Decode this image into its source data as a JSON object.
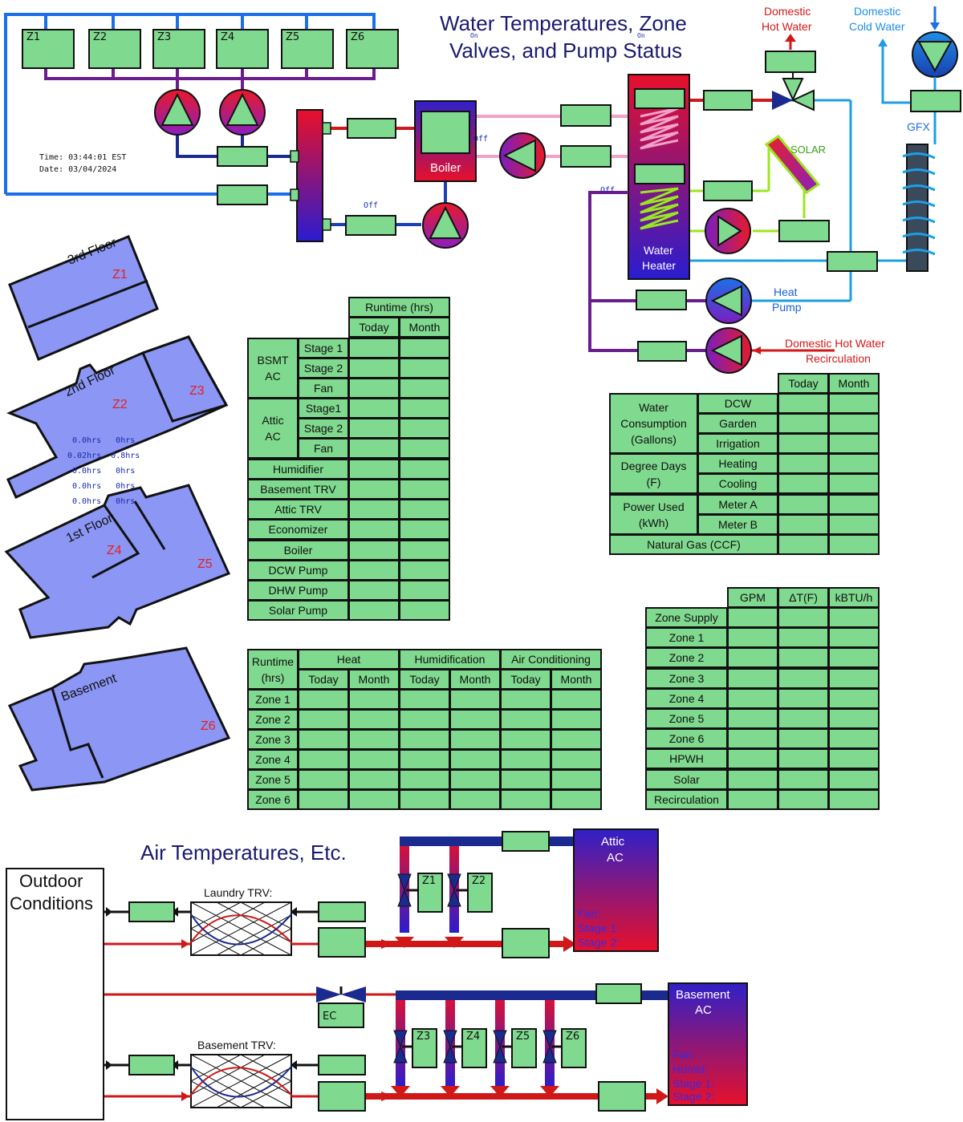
{
  "titles": {
    "water_title_line1": "Water Temperatures, Zone",
    "water_title_line2": "Valves, and Pump Status",
    "air_title": "Air Temperatures, Etc."
  },
  "timestamp": {
    "time": "Time: 03:44:01 EST",
    "date": "Date: 03/04/2024"
  },
  "zones": [
    "Z1",
    "Z2",
    "Z3",
    "Z4",
    "Z5",
    "Z6"
  ],
  "status_texts": {
    "on1": "On",
    "on2": "On",
    "off_boiler": "Off",
    "off_pump": "Off",
    "off_wh": "Off"
  },
  "labels": {
    "boiler": "Boiler",
    "water_heater_1": "Water",
    "water_heater_2": "Heater",
    "domestic_hot_1": "Domestic",
    "domestic_hot_2": "Hot Water",
    "domestic_cold_1": "Domestic",
    "domestic_cold_2": "Cold Water",
    "gfx": "GFX",
    "solar": "SOLAR",
    "heat_pump_1": "Heat",
    "heat_pump_2": "Pump",
    "dhw_recirc_1": "Domestic Hot Water",
    "dhw_recirc_2": "Recirculation"
  },
  "floors": [
    {
      "name": "3rd Floor",
      "zones": [
        "Z1"
      ]
    },
    {
      "name": "2nd Floor",
      "zones": [
        "Z2",
        "Z3"
      ]
    },
    {
      "name": "1st Floor",
      "zones": [
        "Z4",
        "Z5"
      ]
    },
    {
      "name": "Basement",
      "zones": [
        "Z6"
      ]
    }
  ],
  "floating_stats": [
    "0.0hrs   0hrs",
    "0.02hrs  0.8hrs",
    "0.0hrs   0hrs",
    "0.0hrs   0hrs",
    "0.0hrs   0hrs"
  ],
  "runtime_table": {
    "header": "Runtime (hrs)",
    "columns": [
      "Today",
      "Month"
    ],
    "groups": [
      {
        "name": "BSMT AC",
        "name_l1": "BSMT",
        "name_l2": "AC",
        "rows": [
          "Stage 1",
          "Stage 2",
          "Fan"
        ]
      },
      {
        "name": "Attic AC",
        "name_l1": "Attic",
        "name_l2": "AC",
        "rows": [
          "Stage1",
          "Stage 2",
          "Fan"
        ]
      }
    ],
    "single_rows": [
      "Humidifier",
      "Basement TRV",
      "Attic TRV",
      "Economizer",
      "Boiler",
      "DCW Pump",
      "DHW Pump",
      "Solar Pump"
    ]
  },
  "consumption_table": {
    "columns": [
      "Today",
      "Month"
    ],
    "groups": [
      {
        "l1": "Water",
        "l2": "Consumption",
        "l3": "(Gallons)",
        "rows": [
          "DCW",
          "Garden",
          "Irrigation"
        ]
      },
      {
        "l1": "Degree Days",
        "l2": "(F)",
        "rows": [
          "Heating",
          "Cooling"
        ]
      },
      {
        "l1": "Power Used",
        "l2": "(kWh)",
        "rows": [
          "Meter A",
          "Meter B"
        ]
      }
    ],
    "footer_row": "Natural Gas (CCF)"
  },
  "zone_runtime_table": {
    "corner_l1": "Runtime",
    "corner_l2": "(hrs)",
    "groups": [
      "Heat",
      "Humidification",
      "Air Conditioning"
    ],
    "subcolumns": [
      "Today",
      "Month",
      "Today",
      "Month",
      "Today",
      "Month"
    ],
    "rows": [
      "Zone 1",
      "Zone 2",
      "Zone 3",
      "Zone 4",
      "Zone 5",
      "Zone 6"
    ]
  },
  "flow_table": {
    "columns": [
      "GPM",
      "ΔT(F)",
      "kBTU/h"
    ],
    "rows": [
      "Zone Supply",
      "Zone 1",
      "Zone 2",
      "Zone 3",
      "Zone 4",
      "Zone 5",
      "Zone 6",
      "HPWH",
      "Solar",
      "Recirculation"
    ]
  },
  "air": {
    "outdoor_1": "Outdoor",
    "outdoor_2": "Conditions",
    "laundry_trv": "Laundry TRV:",
    "basement_trv": "Basement TRV:",
    "ec": "EC",
    "attic_ac_1": "Attic",
    "attic_ac_2": "AC",
    "attic_status": [
      "Fan:",
      "Stage 1:",
      "Stage 2:"
    ],
    "basement_ac_1": "Basement",
    "basement_ac_2": "AC",
    "basement_status": [
      "Fan:",
      "Humid:",
      "Stage 1:",
      "Stage 2:"
    ],
    "attic_zones": [
      "Z1",
      "Z2"
    ],
    "basement_zones": [
      "Z3",
      "Z4",
      "Z5",
      "Z6"
    ]
  },
  "colors": {
    "panel_green": "#7fd98e",
    "floor_blue": "#8b96f5",
    "zone_red": "#e8201c",
    "pipe_blue": "#1c6fe6",
    "pipe_purple": "#6a1d8e",
    "pipe_red": "#d01818",
    "pipe_pink": "#f4a0c8",
    "solar_green": "#9be61e",
    "title_navy": "#1a1a6e"
  }
}
